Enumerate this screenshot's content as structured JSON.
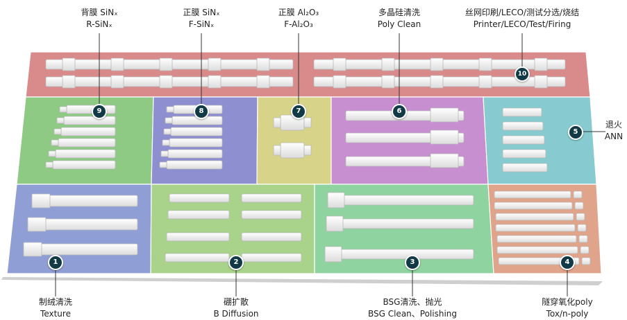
{
  "labels": {
    "r_sinx": {
      "cn": "背膜 SiNₓ",
      "en": "R-SiNₓ"
    },
    "f_sinx": {
      "cn": "正膜 SiNₓ",
      "en": "F-SiNₓ"
    },
    "f_al2o3": {
      "cn": "正膜 Al₂O₃",
      "en": "F-Al₂O₃"
    },
    "poly_clean": {
      "cn": "多晶硅清洗",
      "en": "Poly Clean"
    },
    "printer": {
      "cn": "丝网印刷/LECO/测试分选/烧结",
      "en": "Printer/LECO/Test/Firing"
    },
    "ann": {
      "cn": "退火",
      "en": "ANN"
    },
    "texture": {
      "cn": "制绒清洗",
      "en": "Texture"
    },
    "b_diffusion": {
      "cn": "硼扩散",
      "en": "B Diffusion"
    },
    "bsg_clean": {
      "cn": "BSG清洗、抛光",
      "en": "BSG Clean、Polishing"
    },
    "tox": {
      "cn": "隧穿氧化poly",
      "en": "Tox/n-poly"
    }
  },
  "badges": {
    "b1": "1",
    "b2": "2",
    "b3": "3",
    "b4": "4",
    "b5": "5",
    "b6": "6",
    "b7": "7",
    "b8": "8",
    "b9": "9",
    "b10": "10"
  },
  "zone_colors": {
    "printer": "#d98b8b",
    "r_sinx": "#8fca85",
    "f_sinx": "#8e8fd0",
    "f_al2o3": "#d7d48a",
    "poly_clean": "#c78fd0",
    "ann": "#87cbd0",
    "texture": "#8f9fd6",
    "b_diffusion": "#a9d38a",
    "bsg_clean": "#8ed3a0",
    "tox": "#e0a48a"
  }
}
